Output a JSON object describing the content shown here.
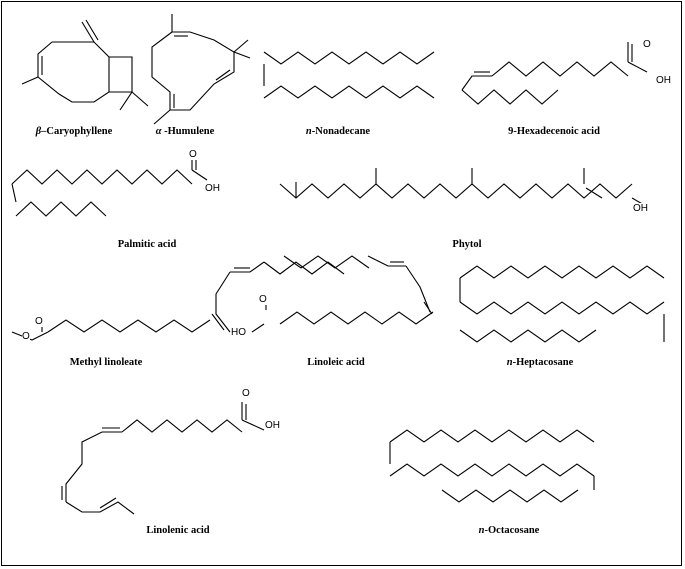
{
  "figure": {
    "compounds": [
      {
        "id": "caryophyllene",
        "name_prefix": "β",
        "name": "–Caryophyllene"
      },
      {
        "id": "humulene",
        "name_prefix": "α",
        "name": " -Humulene"
      },
      {
        "id": "nonadecane",
        "name_prefix": "n",
        "name": "-Nonadecane"
      },
      {
        "id": "hexadecenoic",
        "name_prefix": "",
        "name": "9-Hexadecenoic acid"
      },
      {
        "id": "palmitic",
        "name_prefix": "",
        "name": "Palmitic acid"
      },
      {
        "id": "phytol",
        "name_prefix": "",
        "name": "Phytol"
      },
      {
        "id": "methyl-linoleate",
        "name_prefix": "",
        "name": "Methyl linoleate"
      },
      {
        "id": "linoleic",
        "name_prefix": "",
        "name": "Linoleic acid"
      },
      {
        "id": "heptacosane",
        "name_prefix": "n",
        "name": "-Heptacosane"
      },
      {
        "id": "linolenic",
        "name_prefix": "",
        "name": "Linolenic acid"
      },
      {
        "id": "octacosane",
        "name_prefix": "n",
        "name": "-Octacosane"
      }
    ],
    "atoms": {
      "oxygen": "O",
      "hydroxyl": "OH",
      "hydroxyl_left": "HO"
    }
  }
}
